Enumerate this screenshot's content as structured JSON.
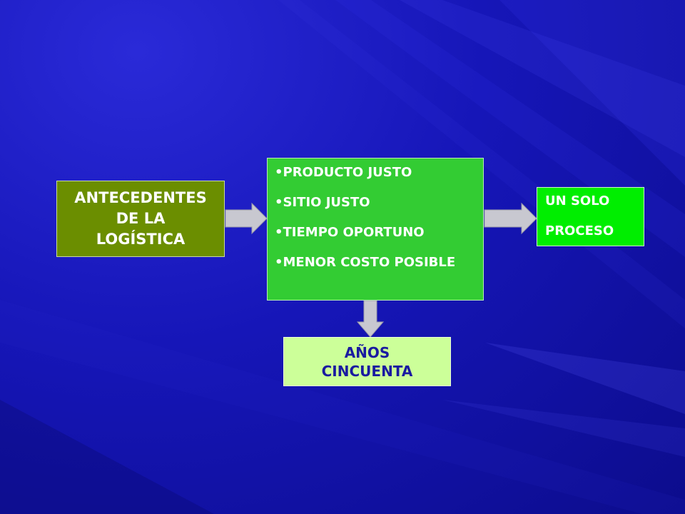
{
  "diagram": {
    "antecedentes": {
      "line1": "ANTECEDENTES",
      "line2": "DE LA",
      "line3": "LOGÍSTICA"
    },
    "requisitos": [
      "•PRODUCTO JUSTO",
      "•SITIO JUSTO",
      "•TIEMPO OPORTUNO",
      "•MENOR COSTO POSIBLE"
    ],
    "proceso": {
      "line1": "UN SOLO",
      "line2": "PROCESO"
    },
    "anos": {
      "line1": "AÑOS",
      "line2": "CINCUENTA"
    }
  },
  "colors": {
    "background": "#1616b8",
    "antecedentes_fill": "#6b8e00",
    "requisitos_fill": "#33cc33",
    "proceso_fill": "#00ee00",
    "anos_fill": "#ccff99",
    "anos_text": "#1a1aa0",
    "arrow": "#c8c8d0"
  }
}
